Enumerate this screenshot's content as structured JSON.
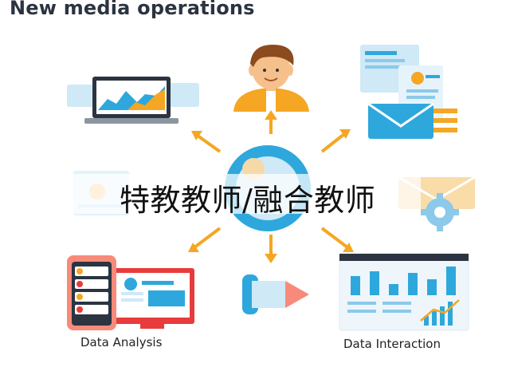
{
  "title": "New media operations",
  "labels": {
    "data_analysis": "Data Analysis",
    "data_interaction": "Data Interaction"
  },
  "overlay_text": "特教教师/融合教师",
  "colors": {
    "arrow": "#f5a623",
    "blue": "#2ea8dc",
    "light_blue": "#cfe9f7",
    "red": "#e83b3b",
    "skin": "#f6c08c",
    "hair": "#8b4b1f",
    "shirt": "#f5a623"
  }
}
